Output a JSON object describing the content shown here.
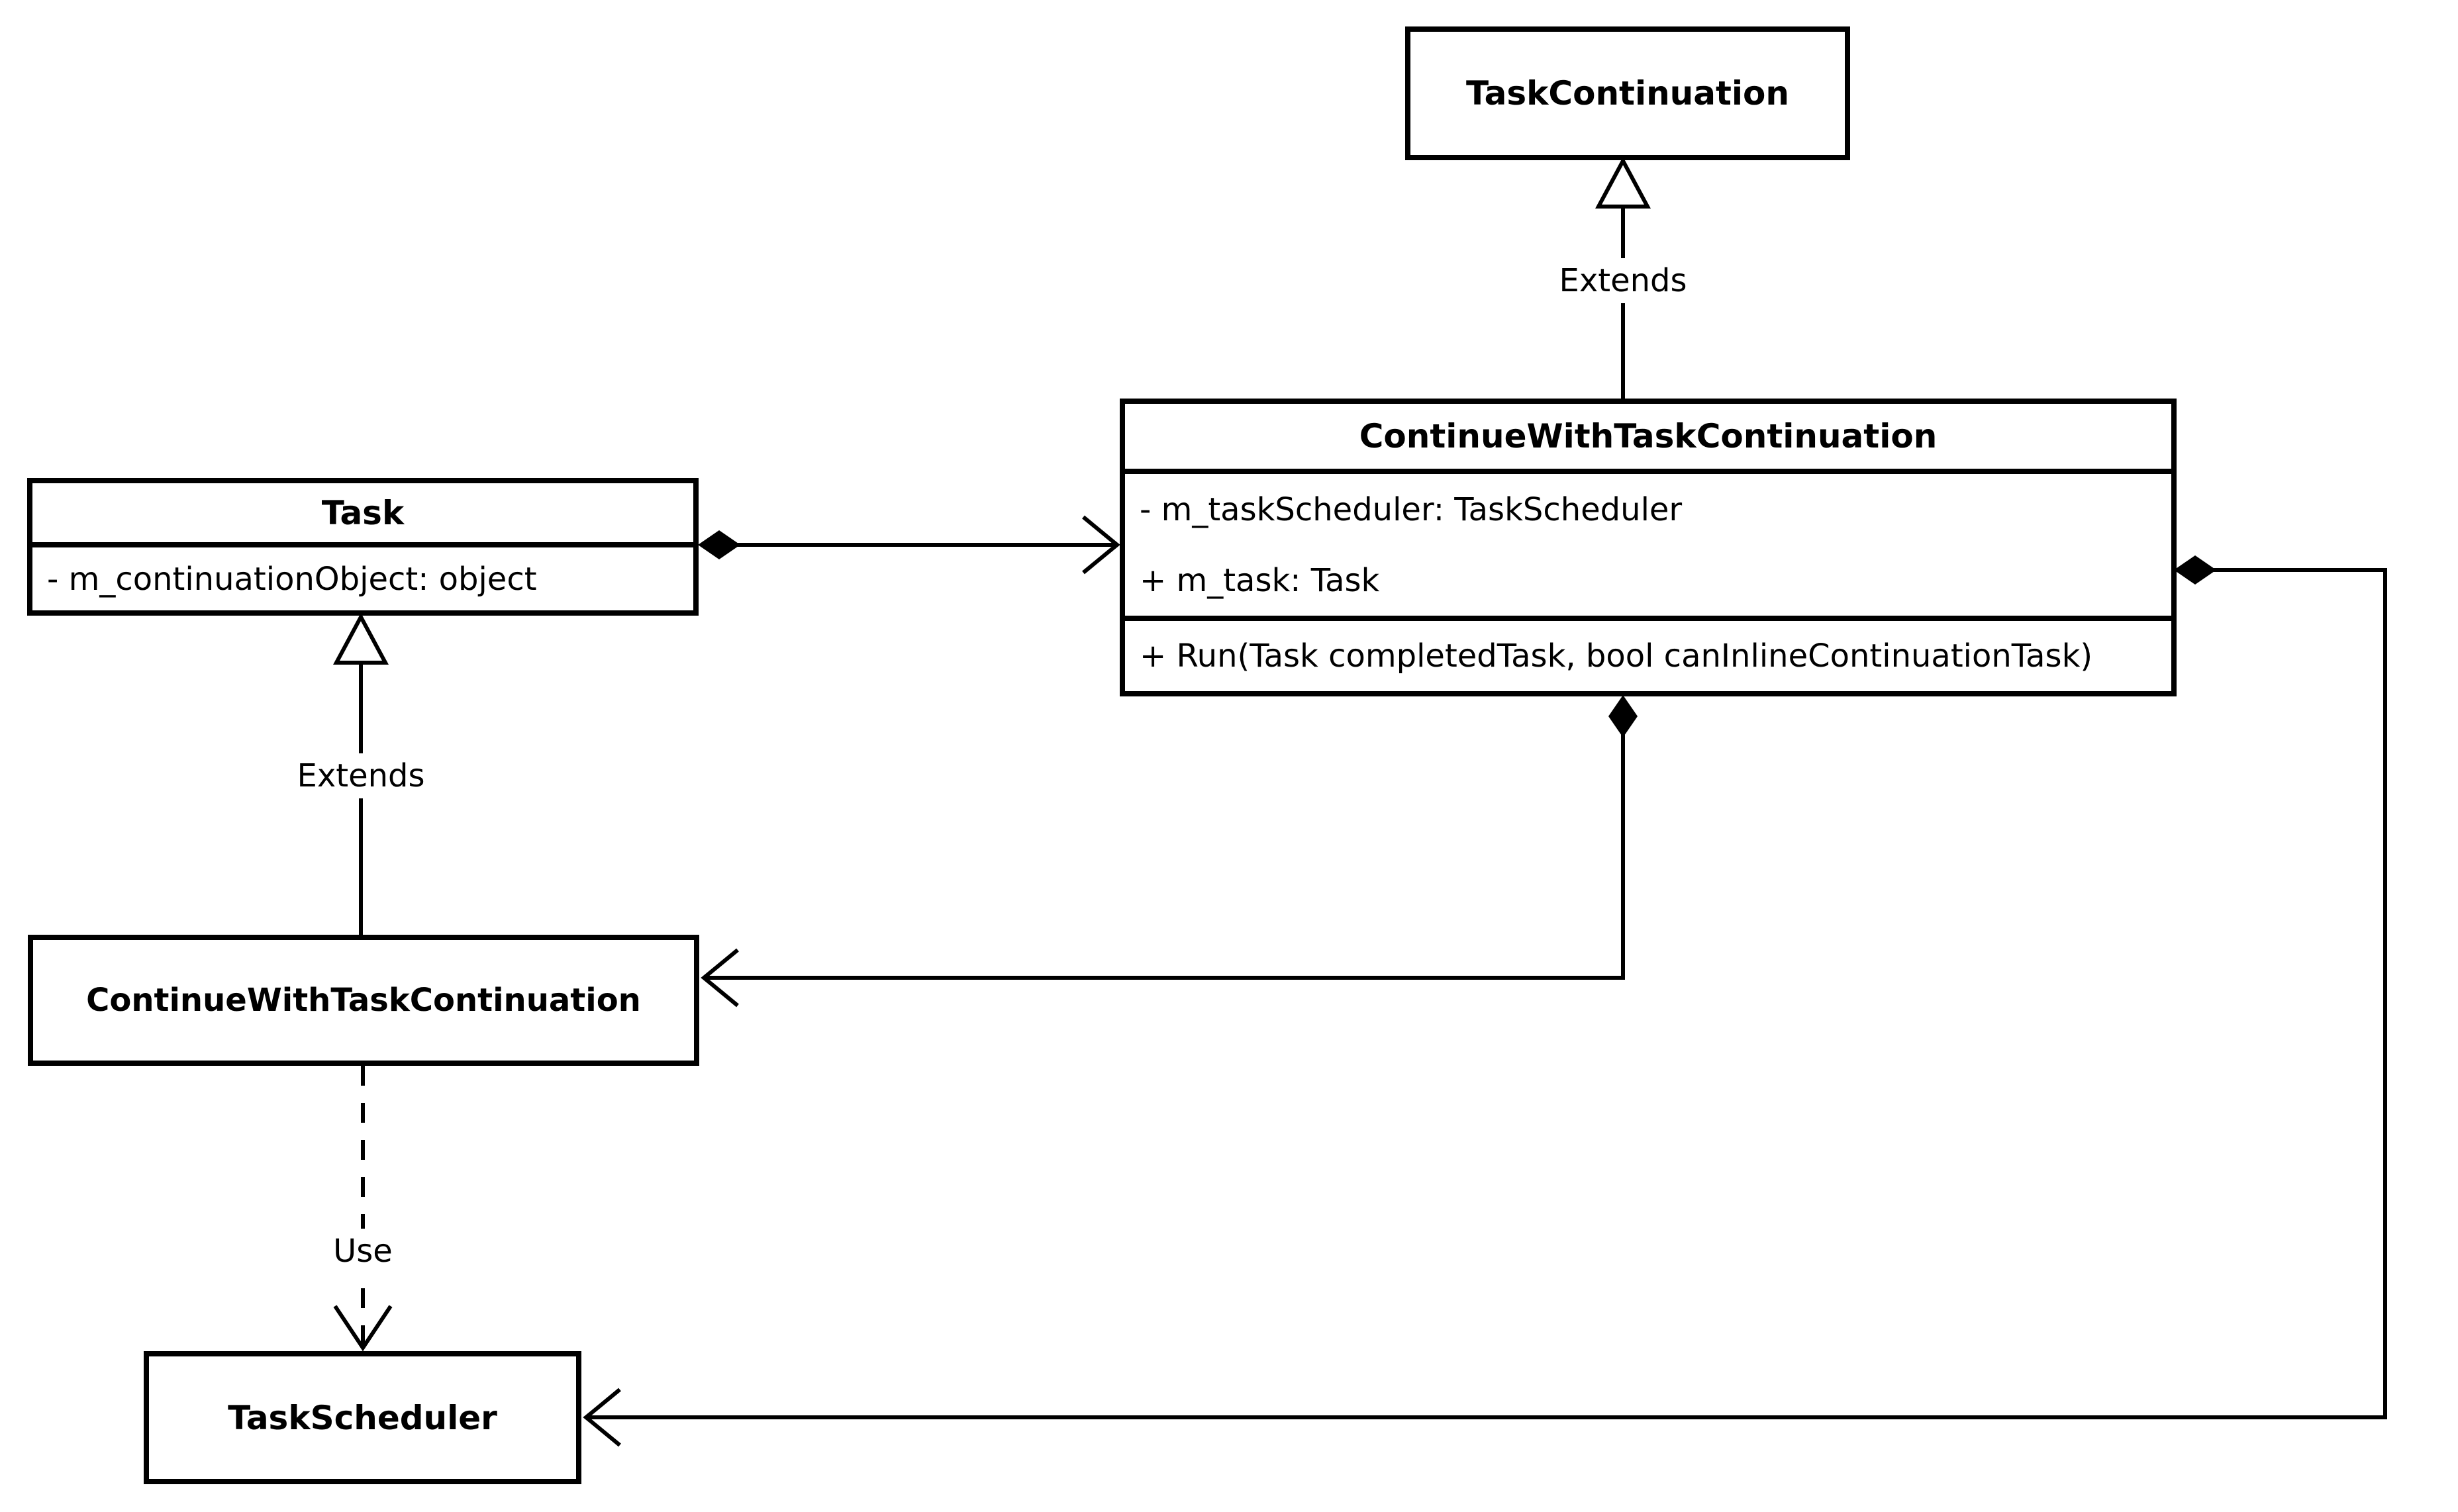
{
  "diagram": {
    "kind": "uml-class-diagram",
    "colors": {
      "line": "#000000",
      "background": "#ffffff",
      "text": "#000000"
    }
  },
  "classes": {
    "task_continuation": {
      "name": "TaskContinuation"
    },
    "main": {
      "name": "ContinueWithTaskContinuation",
      "attributes": [
        "- m_taskScheduler: TaskScheduler",
        "+ m_task: Task"
      ],
      "methods": [
        "+ Run(Task completedTask, bool canInlineContinuationTask)"
      ]
    },
    "task": {
      "name": "Task",
      "attributes": [
        "- m_continuationObject: object"
      ]
    },
    "small": {
      "name": "ContinueWithTaskContinuation"
    },
    "task_scheduler": {
      "name": "TaskScheduler"
    }
  },
  "labels": {
    "extends_top": "Extends",
    "extends_left": "Extends",
    "use": "Use"
  }
}
